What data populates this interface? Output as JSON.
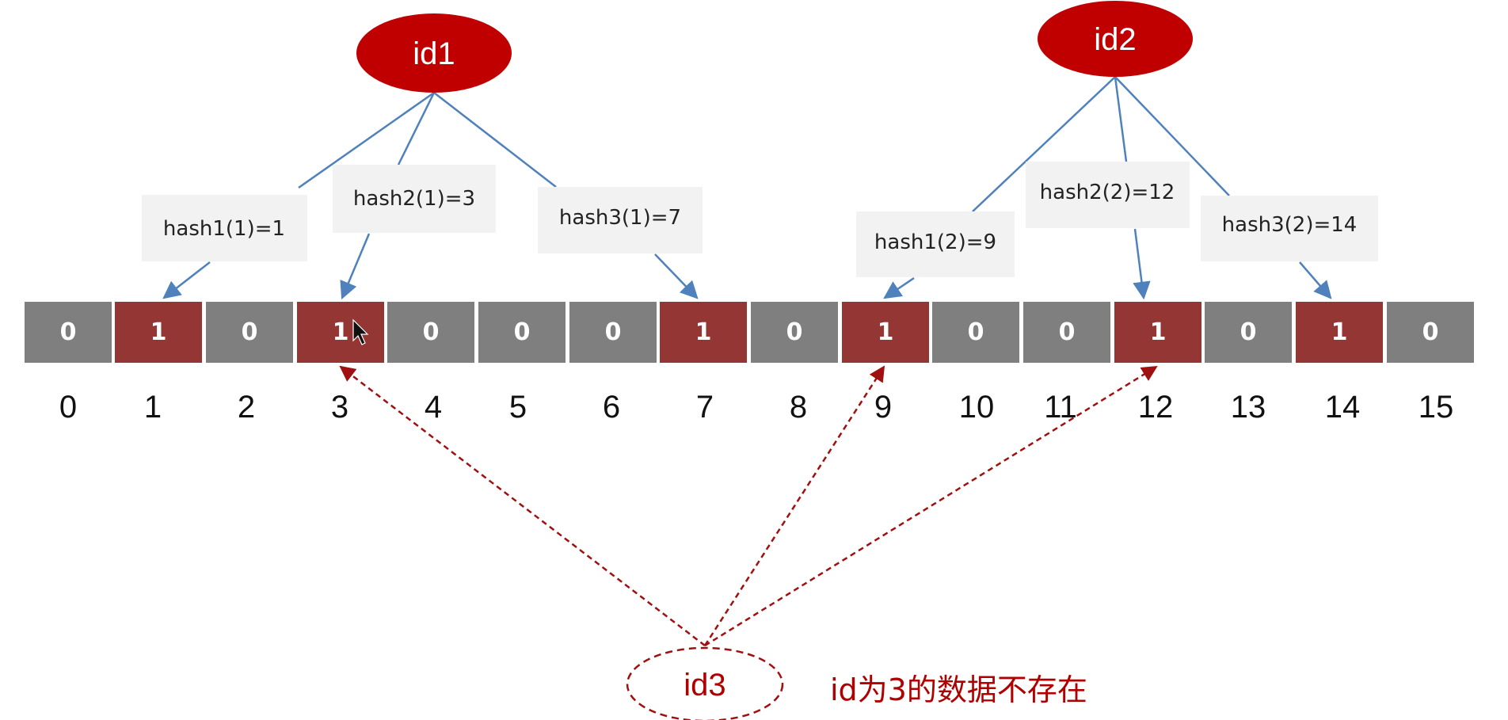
{
  "colors": {
    "bit_zero": "#7f7f7f",
    "bit_one": "#943634",
    "node_fill": "#c00000",
    "edge": "#4f81bd",
    "dashed_edge": "#a01010",
    "label_box": "#f2f2f2",
    "note": "#b00000"
  },
  "array": {
    "bits": [
      "0",
      "1",
      "0",
      "1",
      "0",
      "0",
      "0",
      "1",
      "0",
      "1",
      "0",
      "0",
      "1",
      "0",
      "1",
      "0"
    ],
    "indices": [
      "0",
      "1",
      "2",
      "3",
      "4",
      "5",
      "6",
      "7",
      "8",
      "9",
      "10",
      "11",
      "12",
      "13",
      "14",
      "15"
    ]
  },
  "nodes": [
    {
      "id": "id1",
      "label": "id1",
      "hashes": [
        {
          "label": "hash1(1)=1",
          "target": 1
        },
        {
          "label": "hash2(1)=3",
          "target": 3
        },
        {
          "label": "hash3(1)=7",
          "target": 7
        }
      ]
    },
    {
      "id": "id2",
      "label": "id2",
      "hashes": [
        {
          "label": "hash1(2)=9",
          "target": 9
        },
        {
          "label": "hash2(2)=12",
          "target": 12
        },
        {
          "label": "hash3(2)=14",
          "target": 14
        }
      ]
    }
  ],
  "query": {
    "label": "id3",
    "targets": [
      3,
      9,
      12
    ],
    "note": "id为3的数据不存在"
  }
}
